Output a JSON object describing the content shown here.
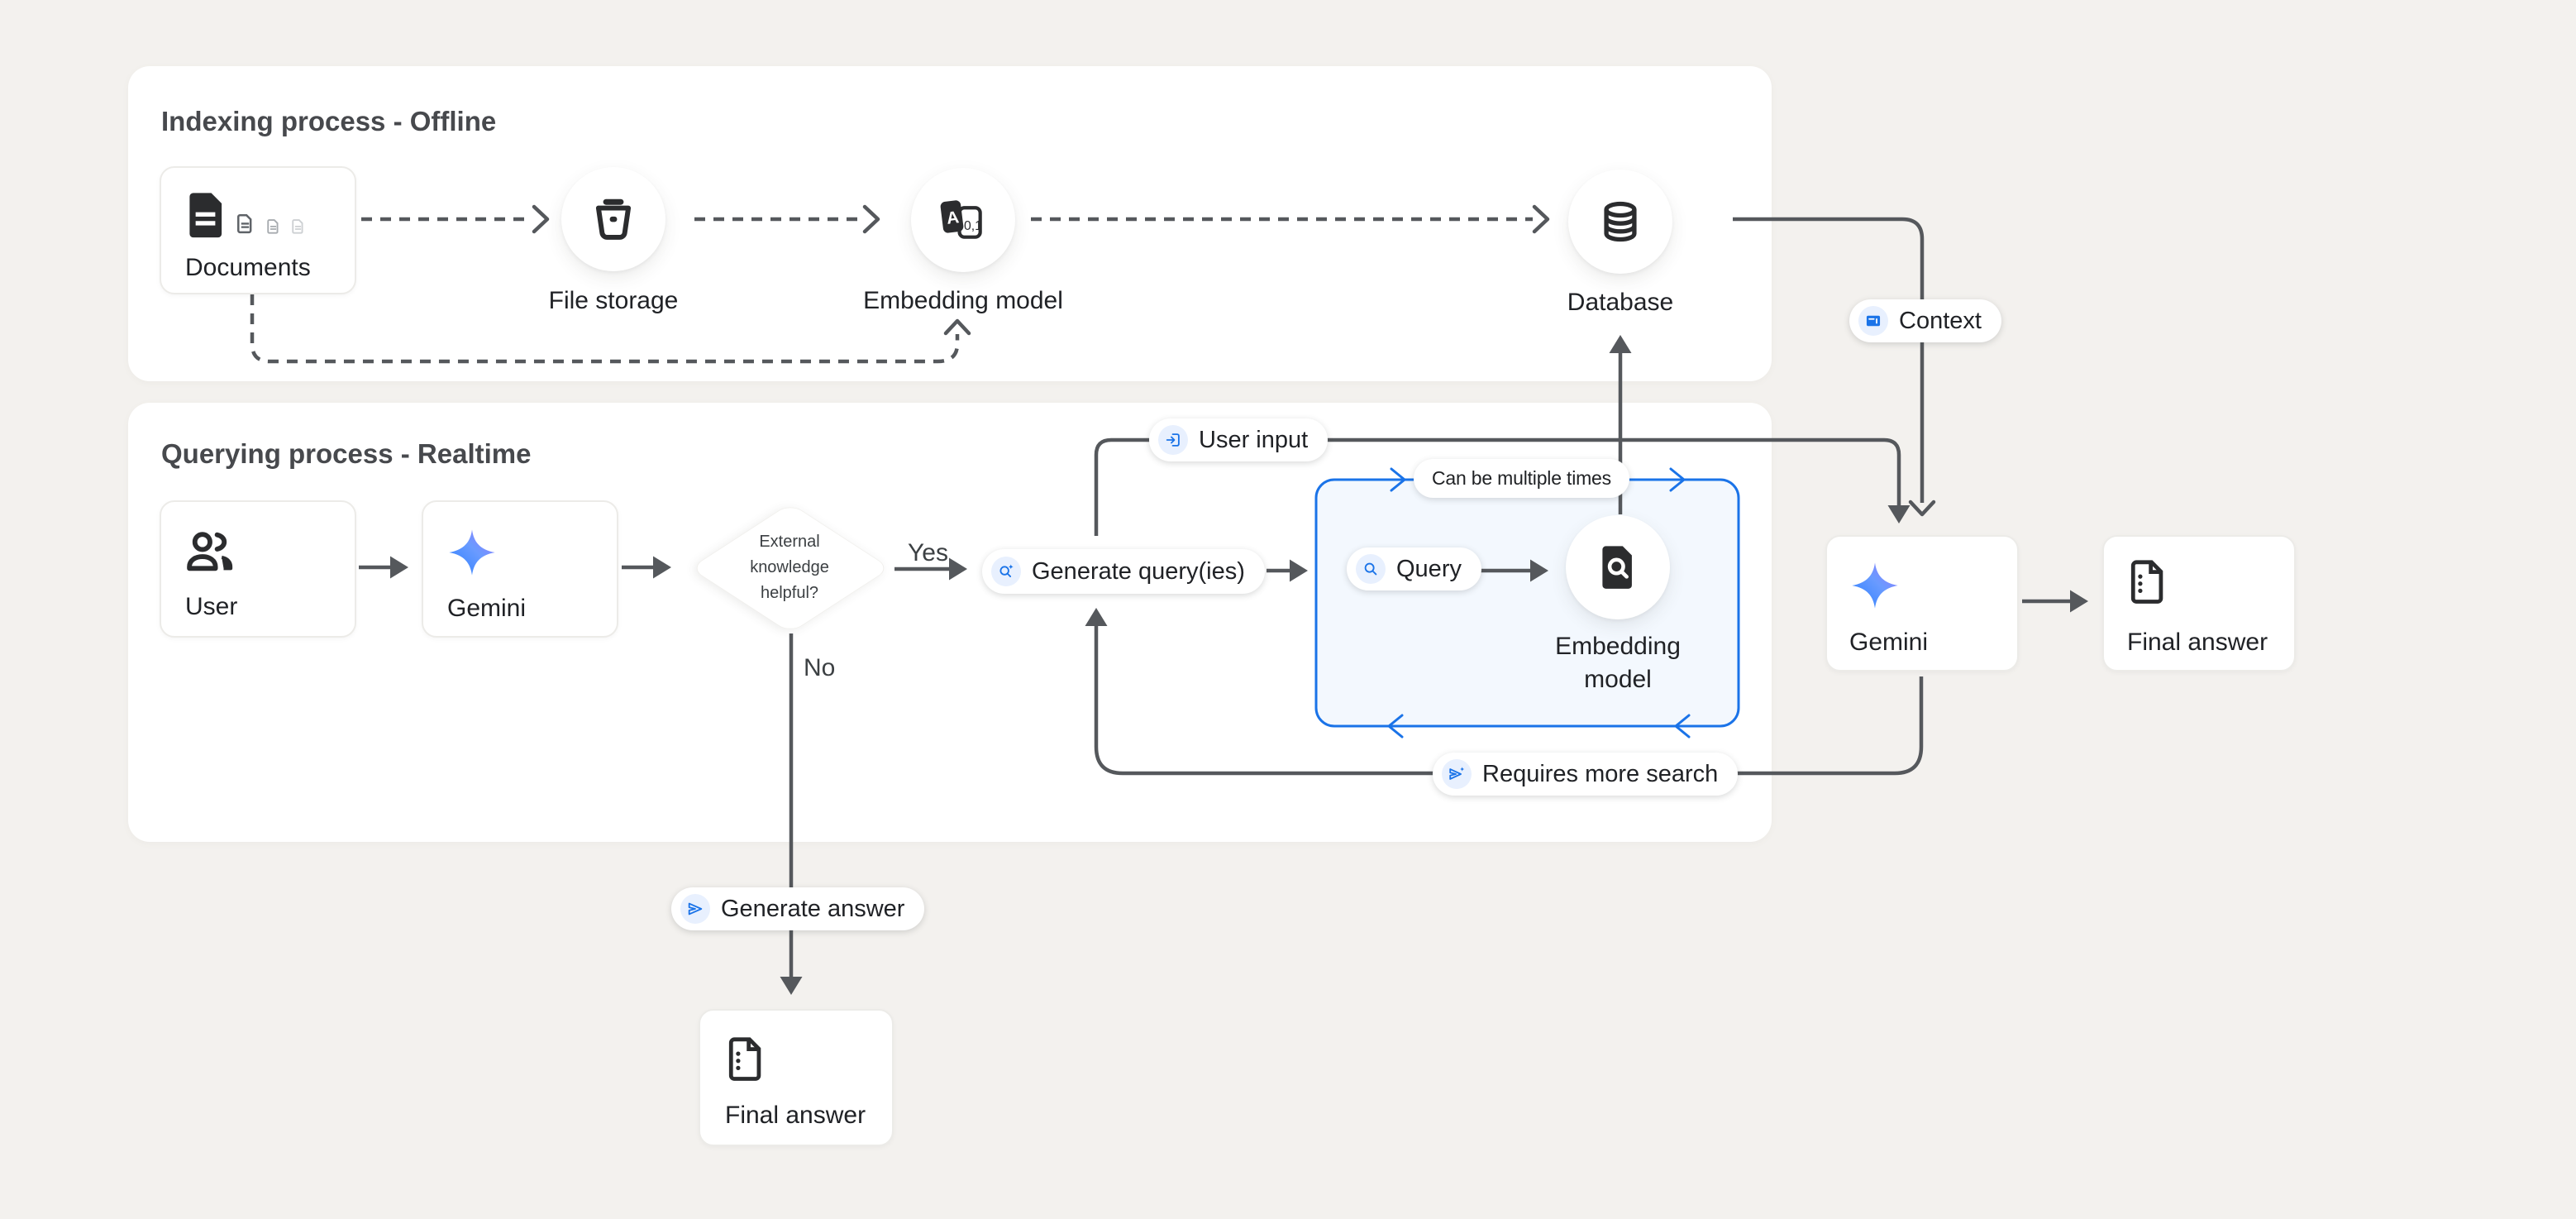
{
  "panels": {
    "indexing": {
      "title": "Indexing process - Offline"
    },
    "querying": {
      "title": "Querying process - Realtime"
    }
  },
  "nodes": {
    "documents": {
      "label": "Documents"
    },
    "file_storage": {
      "label": "File storage"
    },
    "embedding_model_offline": {
      "label": "Embedding model"
    },
    "database": {
      "label": "Database"
    },
    "user": {
      "label": "User"
    },
    "gemini_query": {
      "label": "Gemini"
    },
    "decision": {
      "label": "External knowledge helpful?"
    },
    "embedding_model_realtime": {
      "label": "Embedding model"
    },
    "gemini_answer": {
      "label": "Gemini"
    },
    "final_answer_right": {
      "label": "Final answer"
    },
    "final_answer_bottom": {
      "label": "Final answer"
    }
  },
  "pills": {
    "user_input": "User input",
    "generate_queries": "Generate query(ies)",
    "query": "Query",
    "context": "Context",
    "requires_more_search": "Requires more search",
    "generate_answer": "Generate answer",
    "can_be_multiple_times": "Can be multiple times"
  },
  "edge_labels": {
    "yes": "Yes",
    "no": "No"
  },
  "icon_glyphs": {
    "embedding_a": "A",
    "embedding_01": "0,1"
  },
  "colors": {
    "accent_blue": "#1a73e8",
    "line_gray": "#55585c",
    "panel": "#ffffff",
    "background": "#f3f1ee",
    "loop_box_fill": "#f3f8fe"
  }
}
